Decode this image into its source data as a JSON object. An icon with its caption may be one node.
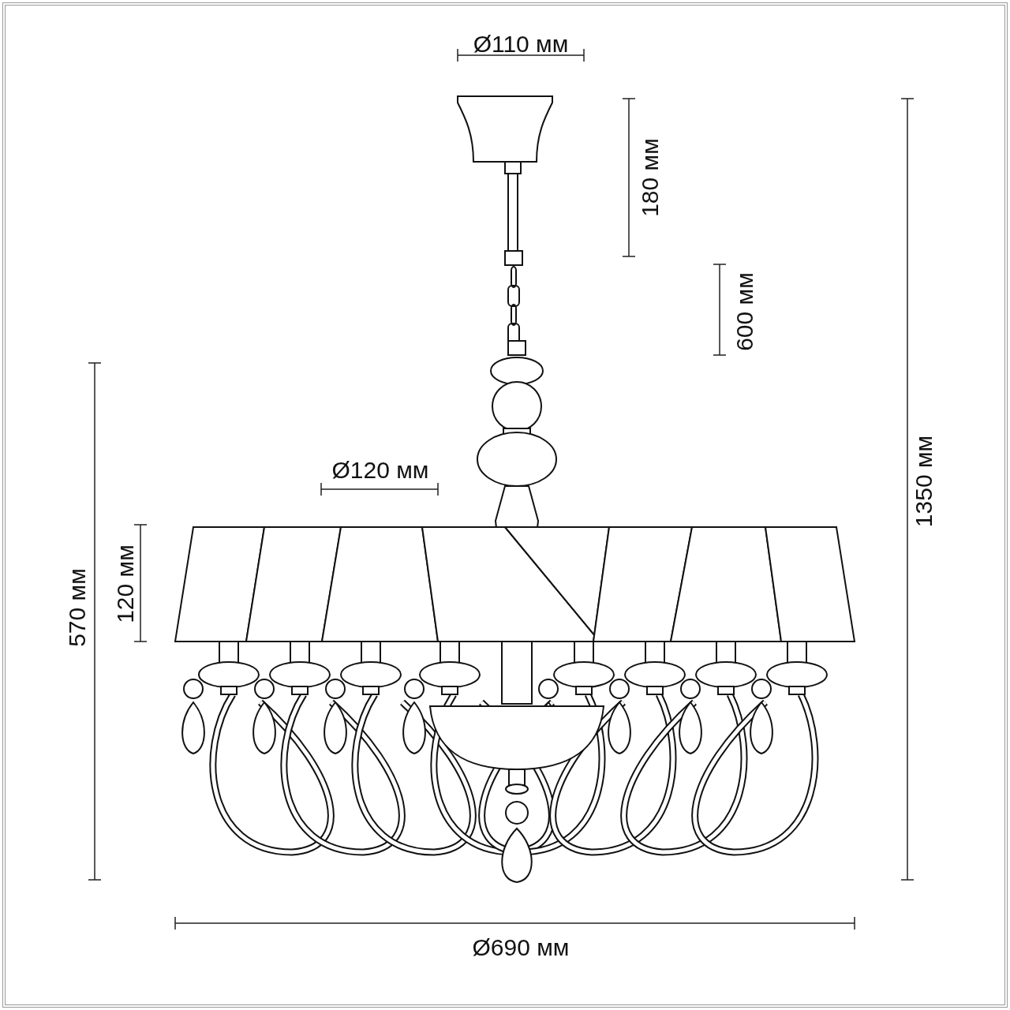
{
  "diagram": {
    "labels": [
      "Ø110 мм",
      "180 мм",
      "600 мм",
      "1350 мм",
      "Ø120 мм",
      "570 мм",
      "120 мм",
      "Ø690 мм"
    ]
  }
}
